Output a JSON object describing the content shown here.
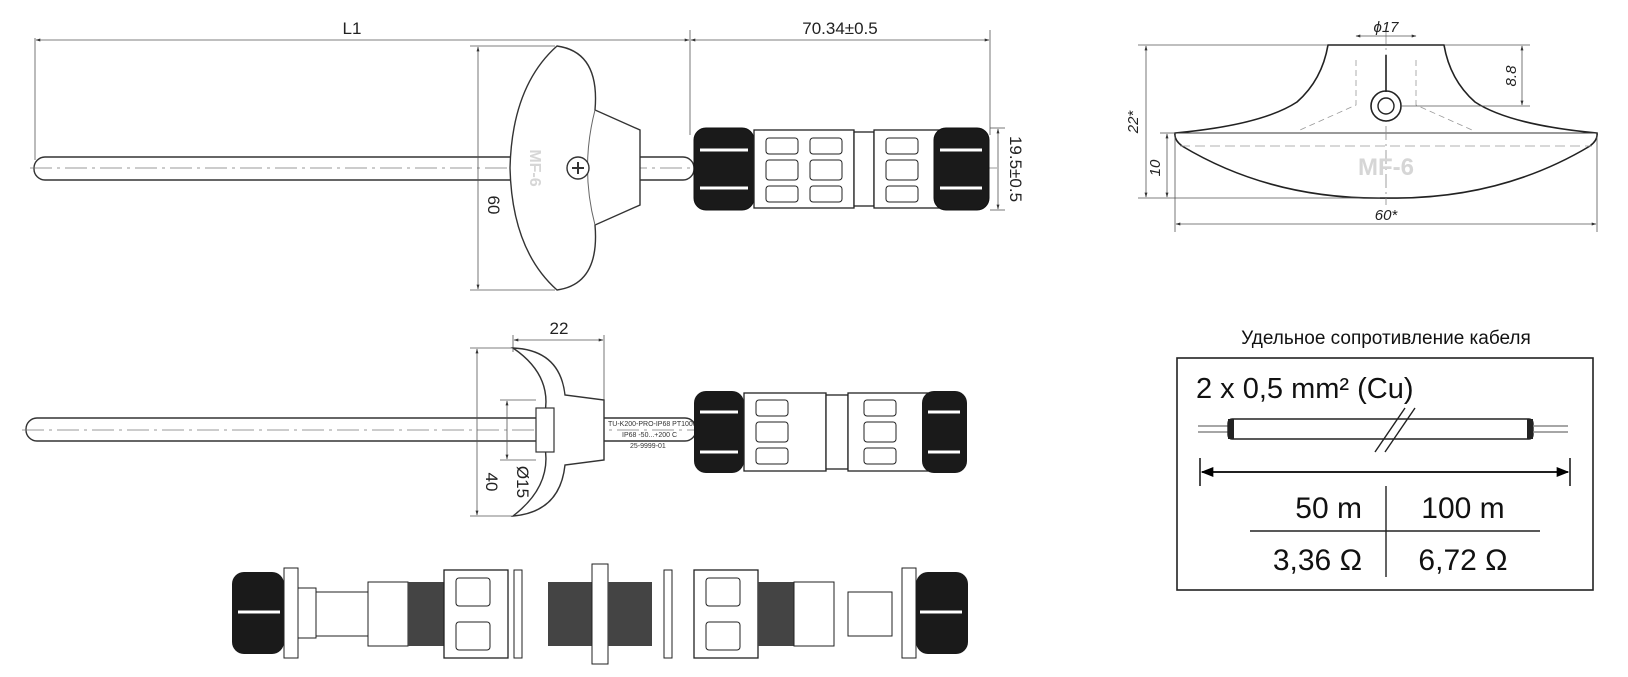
{
  "view_top": {
    "length_label": "L1",
    "connector_length": "70.34±0.5",
    "flange_height": "60",
    "connector_diameter": "19.5±0.5",
    "flange_mark": "MF-6"
  },
  "view_side": {
    "flange_depth": "22",
    "flange_height": "40",
    "probe_diameter": "Ø15",
    "marking_lines": [
      "TU-K200-PRO-IP68 PT1000",
      "IP68 -50...+200 C",
      "25-9999-01"
    ]
  },
  "view_flange": {
    "hole_diameter": "ϕ17",
    "total_height": "22*",
    "top_height": "8.8",
    "base_height": "10",
    "width": "60*",
    "mark": "MF-6"
  },
  "cable_table": {
    "title": "Удельное сопротивление кабеля",
    "cable_spec": "2 x 0,5 mm² (Cu)",
    "headers": [
      "50 m",
      "100 m"
    ],
    "values": [
      "3,36 Ω",
      "6,72 Ω"
    ]
  }
}
